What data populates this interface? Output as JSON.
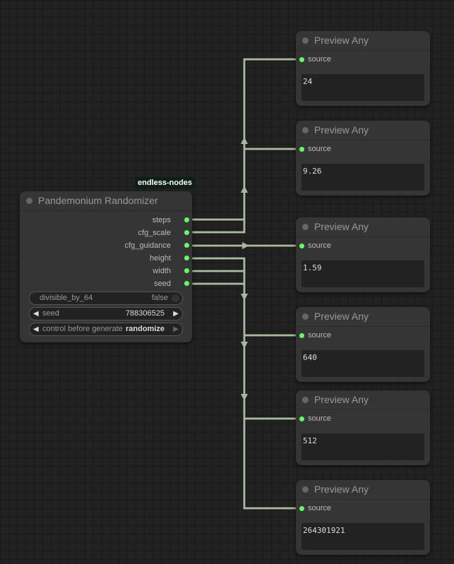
{
  "colors": {
    "wire": "#a8b8a0",
    "slot": "#66ff66",
    "node_bg": "#353535",
    "canvas": "#222222"
  },
  "randomizer": {
    "badge": "endless-nodes",
    "title": "Pandemonium Randomizer",
    "outputs": [
      "steps",
      "cfg_scale",
      "cfg_guidance",
      "height",
      "width",
      "seed"
    ],
    "widgets": {
      "divisible_label": "divisible_by_64",
      "divisible_value": "false",
      "seed_label": "seed",
      "seed_value": "788306525",
      "control_label": "control before generate",
      "control_value": "randomize"
    }
  },
  "previews": [
    {
      "title": "Preview Any",
      "input": "source",
      "value": "24"
    },
    {
      "title": "Preview Any",
      "input": "source",
      "value": "9.26"
    },
    {
      "title": "Preview Any",
      "input": "source",
      "value": "1.59"
    },
    {
      "title": "Preview Any",
      "input": "source",
      "value": "640"
    },
    {
      "title": "Preview Any",
      "input": "source",
      "value": "512"
    },
    {
      "title": "Preview Any",
      "input": "source",
      "value": "264301921"
    }
  ]
}
